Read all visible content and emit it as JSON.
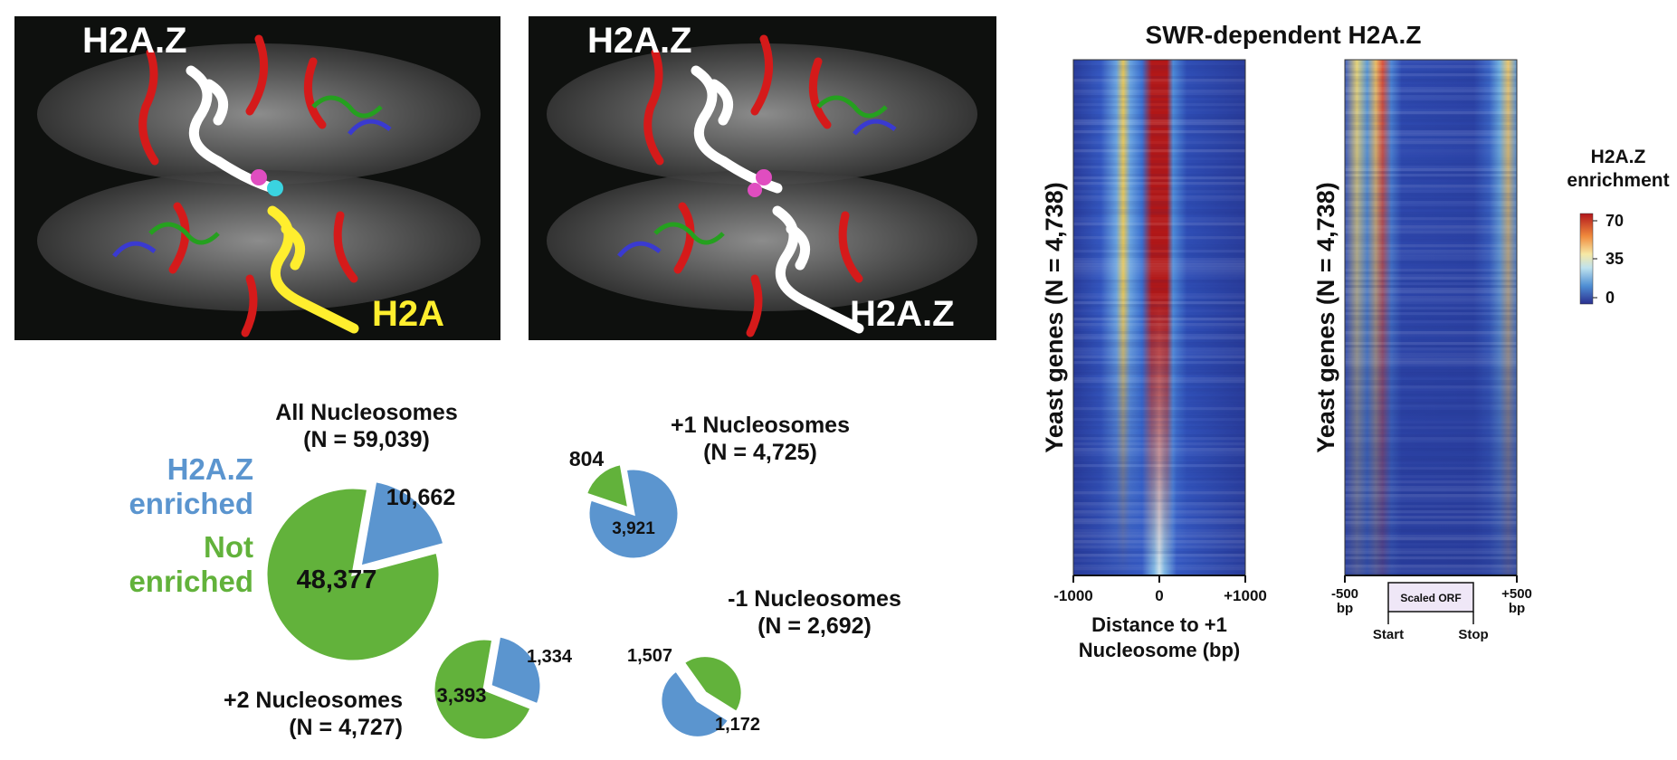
{
  "structures": {
    "left_label_top": "H2A.Z",
    "left_label_bottom": "H2A",
    "right_label_top": "H2A.Z",
    "right_label_bottom": "H2A.Z"
  },
  "legend_labels": {
    "enriched": "H2A.Z\nenriched",
    "not_enriched": "Not\nenriched"
  },
  "colors": {
    "enriched": "#5b95cf",
    "not_enriched": "#62b23b",
    "panel_bg": "#0e100e",
    "h2az": "#ffffff",
    "h2a": "#ffee2e"
  },
  "chart_data": [
    {
      "type": "pie",
      "title": "All Nucleosomes",
      "subtitle": "(N = 59,039)",
      "labels": [
        "H2A.Z enriched",
        "Not enriched"
      ],
      "values": [
        10662,
        48377
      ],
      "value_labels": [
        "10,662",
        "48,377"
      ]
    },
    {
      "type": "pie",
      "title": "+1 Nucleosomes",
      "subtitle": "(N = 4,725)",
      "labels": [
        "H2A.Z enriched",
        "Not enriched"
      ],
      "values": [
        3921,
        804
      ],
      "value_labels": [
        "3,921",
        "804"
      ]
    },
    {
      "type": "pie",
      "title": "-1 Nucleosomes",
      "subtitle": "(N = 2,692)",
      "labels": [
        "H2A.Z enriched",
        "Not enriched"
      ],
      "values": [
        1507,
        1172
      ],
      "value_labels": [
        "1,507",
        "1,172"
      ]
    },
    {
      "type": "pie",
      "title": "+2 Nucleosomes",
      "subtitle": "(N = 4,727)",
      "labels": [
        "H2A.Z enriched",
        "Not enriched"
      ],
      "values": [
        1334,
        3393
      ],
      "value_labels": [
        "1,334",
        "3,393"
      ]
    },
    {
      "type": "heatmap",
      "title": "SWR-dependent H2A.Z",
      "ylabel": "Yeast genes (N = 4,738)",
      "xlabel": "Distance to +1 Nucleosome (bp)",
      "xticks": [
        "-1000",
        "0",
        "+1000"
      ],
      "xlim": [
        -1000,
        1000
      ]
    },
    {
      "type": "heatmap",
      "ylabel": "Yeast genes (N = 4,738)",
      "xticks": [
        "-500\nbp",
        "+500\nbp"
      ],
      "orf_label": "Scaled ORF",
      "start_label": "Start",
      "stop_label": "Stop"
    }
  ],
  "colorbar": {
    "title": "H2A.Z\nenrichment",
    "ticks": [
      "70",
      "35",
      "0"
    ],
    "range": [
      0,
      70
    ]
  }
}
